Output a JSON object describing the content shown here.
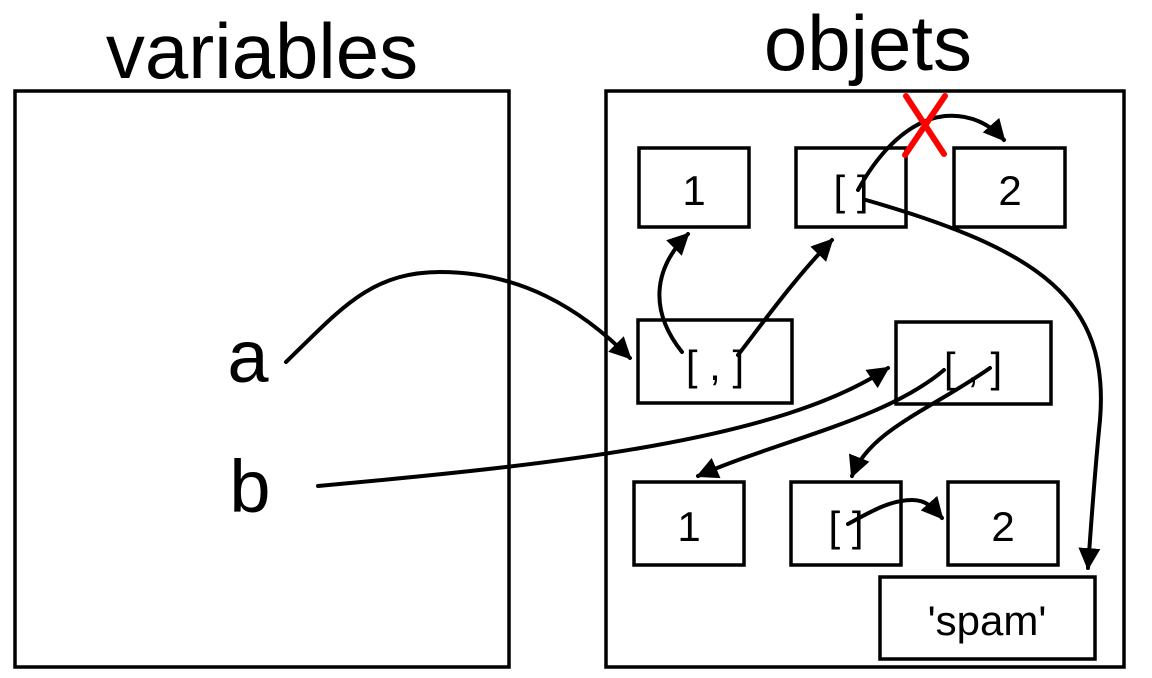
{
  "titles": {
    "variables": "variables",
    "objects": "objets"
  },
  "variables": {
    "a": "a",
    "b": "b"
  },
  "objects": {
    "top_one": "1",
    "top_list": "[ ]",
    "top_two": "2",
    "a_list": "[ , ]",
    "b_list": "[ , ]",
    "bottom_one": "1",
    "bottom_list": "[ ]",
    "bottom_two": "2",
    "spam": "'spam'"
  },
  "colors": {
    "stroke": "#000000",
    "removed_reference": "#ff0000"
  }
}
